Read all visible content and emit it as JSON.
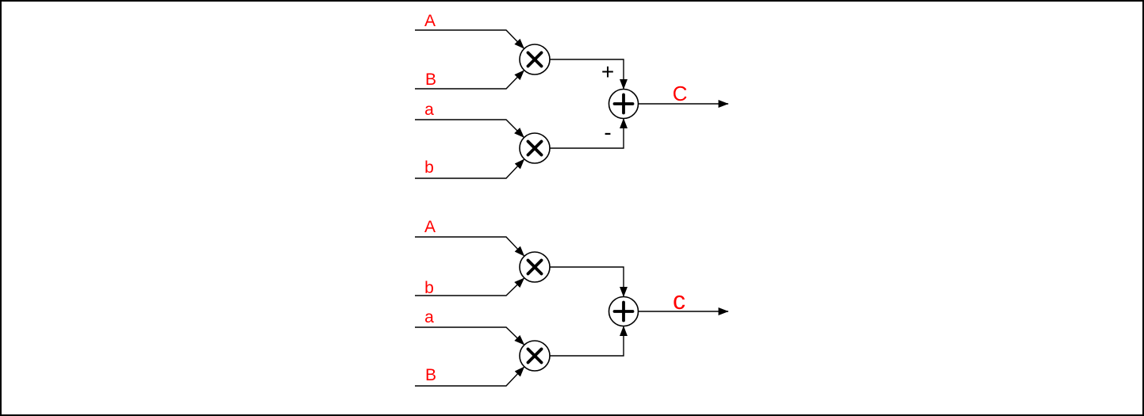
{
  "figure": {
    "background": "#ffffff",
    "line_color": "#000000",
    "label_color": "#ff0000"
  },
  "top_diagram": {
    "inputs": [
      "A",
      "B",
      "a",
      "b"
    ],
    "multiplier_symbol": "×",
    "adder_symbol": "+",
    "adder_port_signs": {
      "top": "+",
      "bottom": "-"
    },
    "output": "C"
  },
  "bottom_diagram": {
    "inputs": [
      "A",
      "b",
      "a",
      "B"
    ],
    "multiplier_symbol": "×",
    "adder_symbol": "+",
    "output": "c"
  }
}
